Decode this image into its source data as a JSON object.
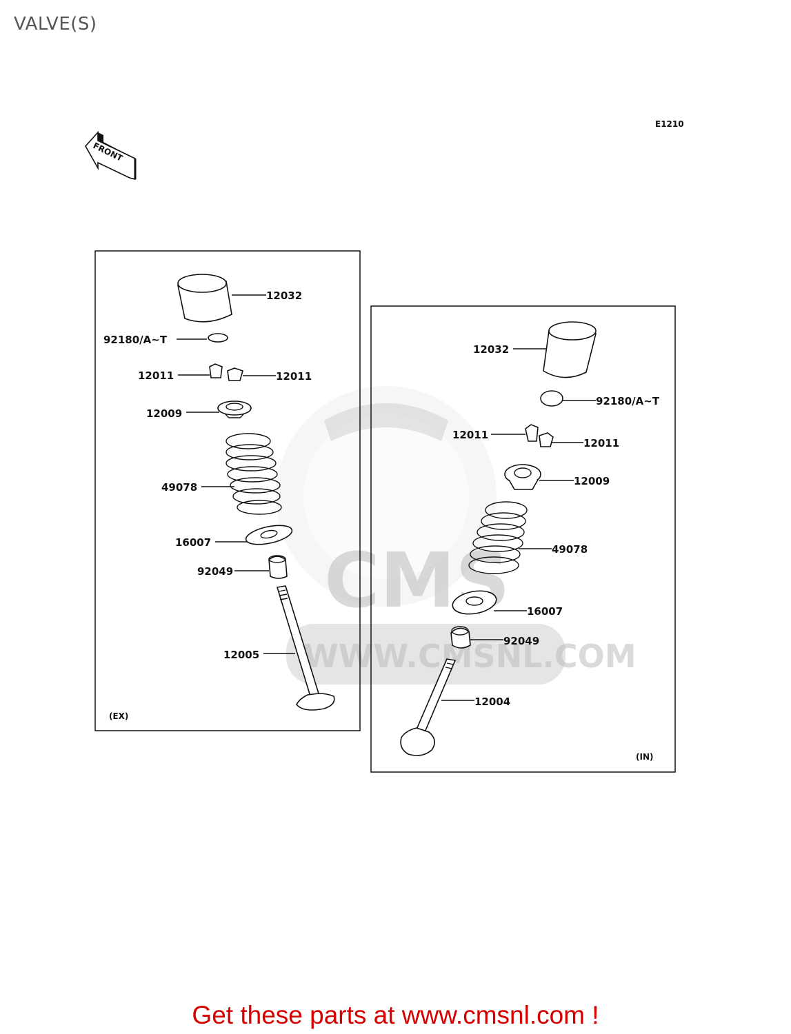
{
  "page": {
    "title": "VALVE(S)",
    "promo_text": "Get these parts at www.cmsnl.com !"
  },
  "diagram": {
    "code": "E1210",
    "front_label": "FRONT",
    "watermark": {
      "logo_text": "CMS",
      "url_text": "WWW.CMSNL.COM"
    },
    "exhaust_panel": {
      "tag": "(EX)",
      "callouts": [
        {
          "id": "tappet",
          "label": "12032"
        },
        {
          "id": "shim",
          "label": "92180/A~T"
        },
        {
          "id": "keeper-left",
          "label": "12011"
        },
        {
          "id": "keeper-right",
          "label": "12011"
        },
        {
          "id": "retainer",
          "label": "12009"
        },
        {
          "id": "spring",
          "label": "49078"
        },
        {
          "id": "spring-seat",
          "label": "16007"
        },
        {
          "id": "stem-seal",
          "label": "92049"
        },
        {
          "id": "valve",
          "label": "12005"
        }
      ]
    },
    "intake_panel": {
      "tag": "(IN)",
      "callouts": [
        {
          "id": "tappet",
          "label": "12032"
        },
        {
          "id": "shim",
          "label": "92180/A~T"
        },
        {
          "id": "keeper-left",
          "label": "12011"
        },
        {
          "id": "keeper-right",
          "label": "12011"
        },
        {
          "id": "retainer",
          "label": "12009"
        },
        {
          "id": "spring",
          "label": "49078"
        },
        {
          "id": "spring-seat",
          "label": "16007"
        },
        {
          "id": "stem-seal",
          "label": "92049"
        },
        {
          "id": "valve",
          "label": "12004"
        }
      ]
    }
  },
  "colors": {
    "promo": "#d40000",
    "title": "#555555",
    "linework": "#111111",
    "watermark": "#cfcfcf"
  }
}
